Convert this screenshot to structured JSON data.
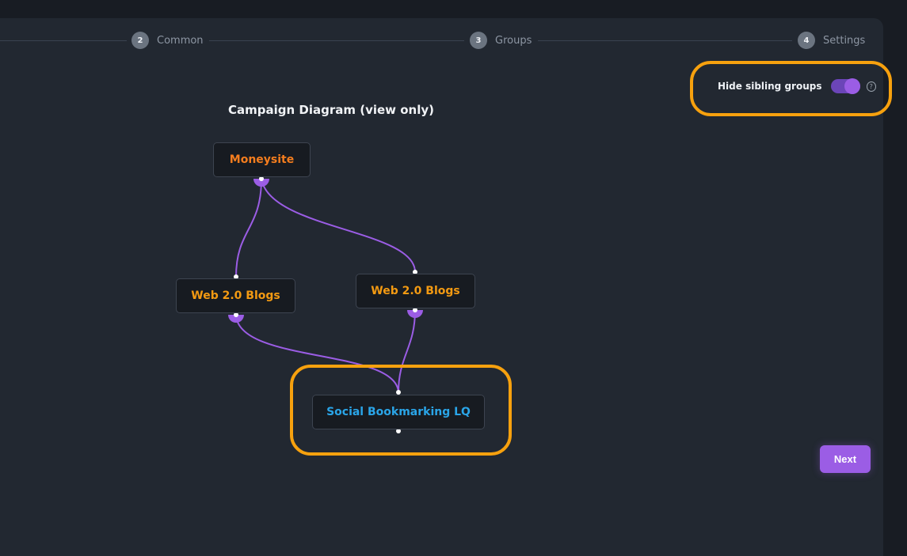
{
  "stepper": {
    "steps": [
      {
        "number": "2",
        "label": "Common"
      },
      {
        "number": "3",
        "label": "Groups"
      },
      {
        "number": "4",
        "label": "Settings"
      }
    ]
  },
  "options": {
    "hide_sibling_label": "Hide sibling groups",
    "hide_sibling_enabled": true,
    "help_icon": "?"
  },
  "diagram": {
    "title": "Campaign Diagram (view only)",
    "nodes": [
      {
        "id": "moneysite",
        "label": "Moneysite",
        "color": "#f47d1e"
      },
      {
        "id": "web20a",
        "label": "Web 2.0 Blogs",
        "color": "#f39a12"
      },
      {
        "id": "web20b",
        "label": "Web 2.0 Blogs",
        "color": "#f39a12"
      },
      {
        "id": "social",
        "label": "Social Bookmarking LQ",
        "color": "#2aa5e8"
      }
    ],
    "link_color": "#9b5de5"
  },
  "actions": {
    "next_label": "Next"
  }
}
